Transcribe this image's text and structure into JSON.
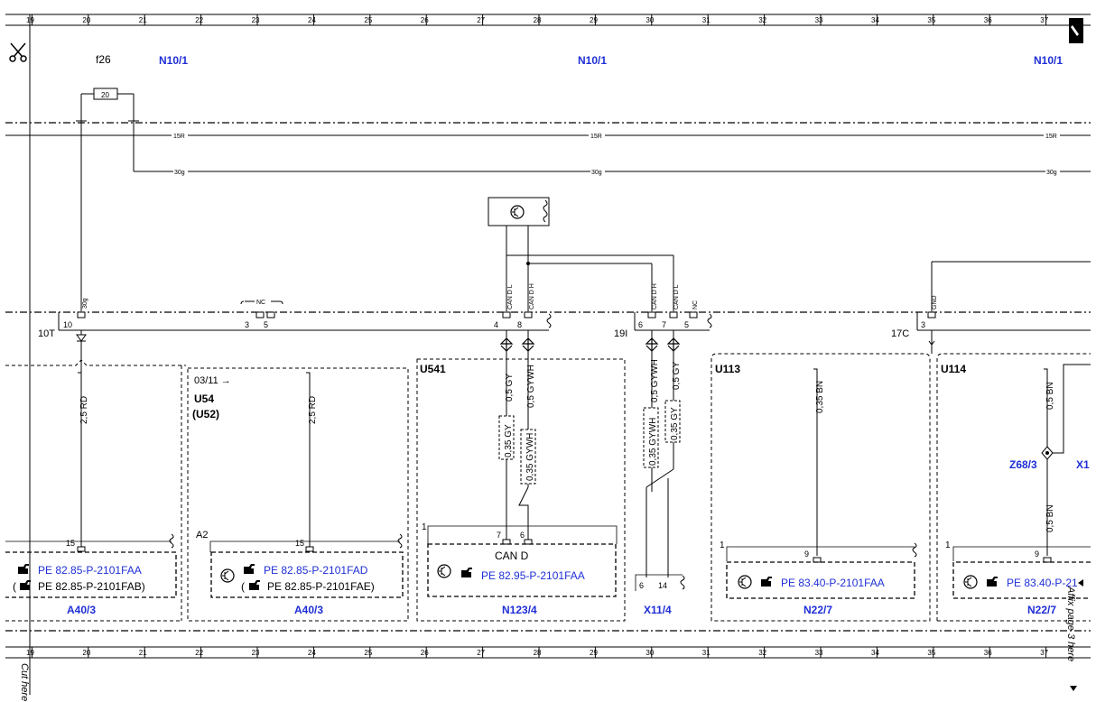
{
  "ruler": {
    "columns": [
      "19",
      "20",
      "21",
      "22",
      "23",
      "24",
      "25",
      "26",
      "27",
      "28",
      "29",
      "30",
      "31",
      "32",
      "33",
      "34",
      "35",
      "36",
      "37"
    ]
  },
  "margin": {
    "cut_here": "Cut here",
    "affix_page": "Affix page 3 here"
  },
  "header": {
    "fuse_name": "f26",
    "fuse_value": "20",
    "n10_1_left": "N10/1",
    "n10_1_mid": "N10/1",
    "n10_1_right": "N10/1"
  },
  "buses": {
    "b15r_a": "15R",
    "b15r_b": "15R",
    "b15r_c": "15R",
    "b30g_a": "30g",
    "b30g_b": "30g",
    "b30g_c": "30g"
  },
  "connectors": {
    "c10T": {
      "name": "10T",
      "pin": "10",
      "pin_label": "30g"
    },
    "nc_top": "NC",
    "pin3": "3",
    "pin5": "5",
    "pin4": "4",
    "pin8": "8",
    "can_dl_1": "CAN D L",
    "can_dh_1": "CAN D H",
    "c19I": {
      "name": "19I",
      "pin6": "6",
      "pin7": "7",
      "pin5": "5"
    },
    "can_dh_2": "CAN D H",
    "can_dl_2": "CAN D L",
    "nc_2": "NC",
    "c17C": {
      "name": "17C",
      "pin": "3",
      "pin_label": "GND"
    }
  },
  "wires": {
    "w1": "2,5 RD",
    "w2": "2,5 RD",
    "w3": "0,5 GY",
    "w4": "0,5 GYWH",
    "w5": "0,35 GY",
    "w6": "0,35 GYWH",
    "w7": "0,5 GYWH",
    "w8": "0,5 GY",
    "w9": "0,35 GYWH",
    "w10": "0,35 GY",
    "w11": "0,35 BN",
    "w12": "0,5 BN",
    "w13": "0,5 BN"
  },
  "modules": {
    "a40_left": {
      "pin": "15",
      "ref1": "PE 82.85-P-2101FAA",
      "ref2_open": "(",
      "ref2": "PE 82.85-P-2101FAB)",
      "label": "A40/3"
    },
    "u54": {
      "variant": "03/11 →",
      "code": "U54",
      "code2": "(U52)",
      "a2": "A2",
      "pin": "15",
      "ref1": "PE 82.85-P-2101FAD",
      "ref2_open": "(",
      "ref2": "PE 82.85-P-2101FAE)",
      "label": "A40/3"
    },
    "u541": {
      "code": "U541",
      "one": "1",
      "pin7": "7",
      "pin6": "6",
      "can": "CAN D",
      "ref": "PE 82.95-P-2101FAA",
      "label": "N123/4"
    },
    "x11_4": {
      "pin6": "6",
      "pin14": "14",
      "label": "X11/4"
    },
    "u113": {
      "code": "U113",
      "one": "1",
      "pin": "9",
      "ref": "PE 83.40-P-2101FAA",
      "label": "N22/7"
    },
    "u114": {
      "code": "U114",
      "one": "1",
      "pin": "9",
      "ref": "PE 83.40-P-21",
      "label": "N22/7",
      "z68": "Z68/3",
      "x1": "X1"
    },
    "u114_pin3": "3"
  },
  "colors": {
    "link_blue": "#1f2fd6"
  }
}
